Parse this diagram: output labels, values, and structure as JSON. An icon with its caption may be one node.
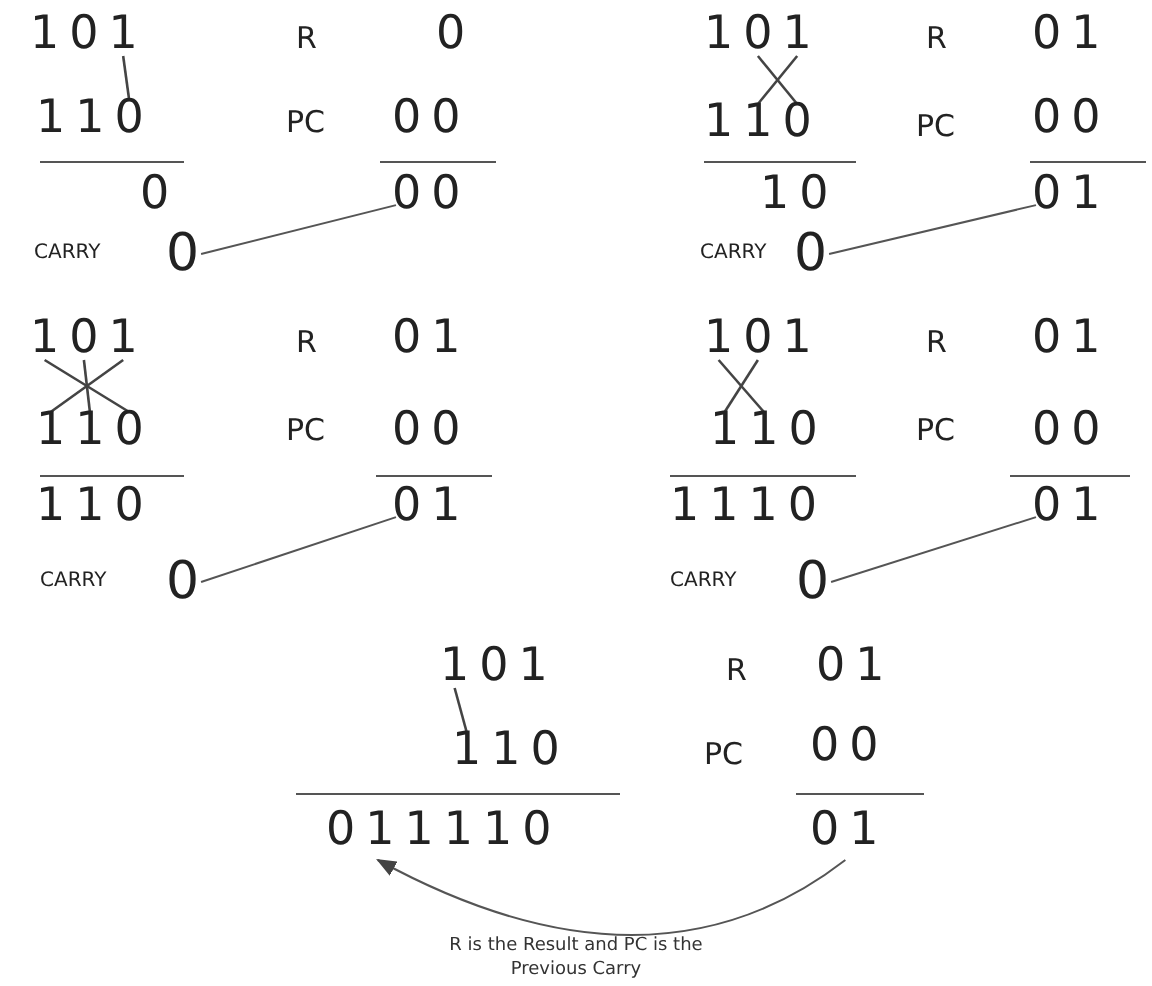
{
  "diagram": {
    "caption": "R is the Result and PC is the Previous Carry",
    "nodes": [
      {
        "text": [
          "00"
        ]
      },
      {
        "text": [
          "0"
        ]
      },
      {
        "text": [
          "01"
        ]
      },
      {
        "text": [
          "0"
        ]
      },
      {
        "text": [
          "01"
        ]
      },
      {
        "text": [
          "0"
        ]
      },
      {
        "text": [
          "01"
        ]
      },
      {
        "text": [
          "0"
        ]
      },
      {
        "text": [
          "011110"
        ]
      },
      {
        "text": [
          "01"
        ]
      }
    ],
    "edges": [
      {
        "from": 0,
        "to": 1,
        "arrow": "none"
      },
      {
        "from": 2,
        "to": 3,
        "arrow": "none"
      },
      {
        "from": 4,
        "to": 5,
        "arrow": "none"
      },
      {
        "from": 6,
        "to": 7,
        "arrow": "none"
      },
      {
        "from": 9,
        "to": 8,
        "arrow": "to"
      }
    ],
    "labels": [
      "101",
      "R",
      "0",
      "110",
      "PC",
      "00",
      "0",
      "CARRY",
      "101",
      "R",
      "01",
      "110",
      "PC",
      "00",
      "10",
      "CARRY",
      "101",
      "R",
      "01",
      "110",
      "PC",
      "00",
      "110",
      "CARRY",
      "101",
      "R",
      "01",
      "110",
      "PC",
      "00",
      "1110",
      "CARRY",
      "101",
      "R",
      "01",
      "110",
      "PC",
      "00"
    ]
  }
}
